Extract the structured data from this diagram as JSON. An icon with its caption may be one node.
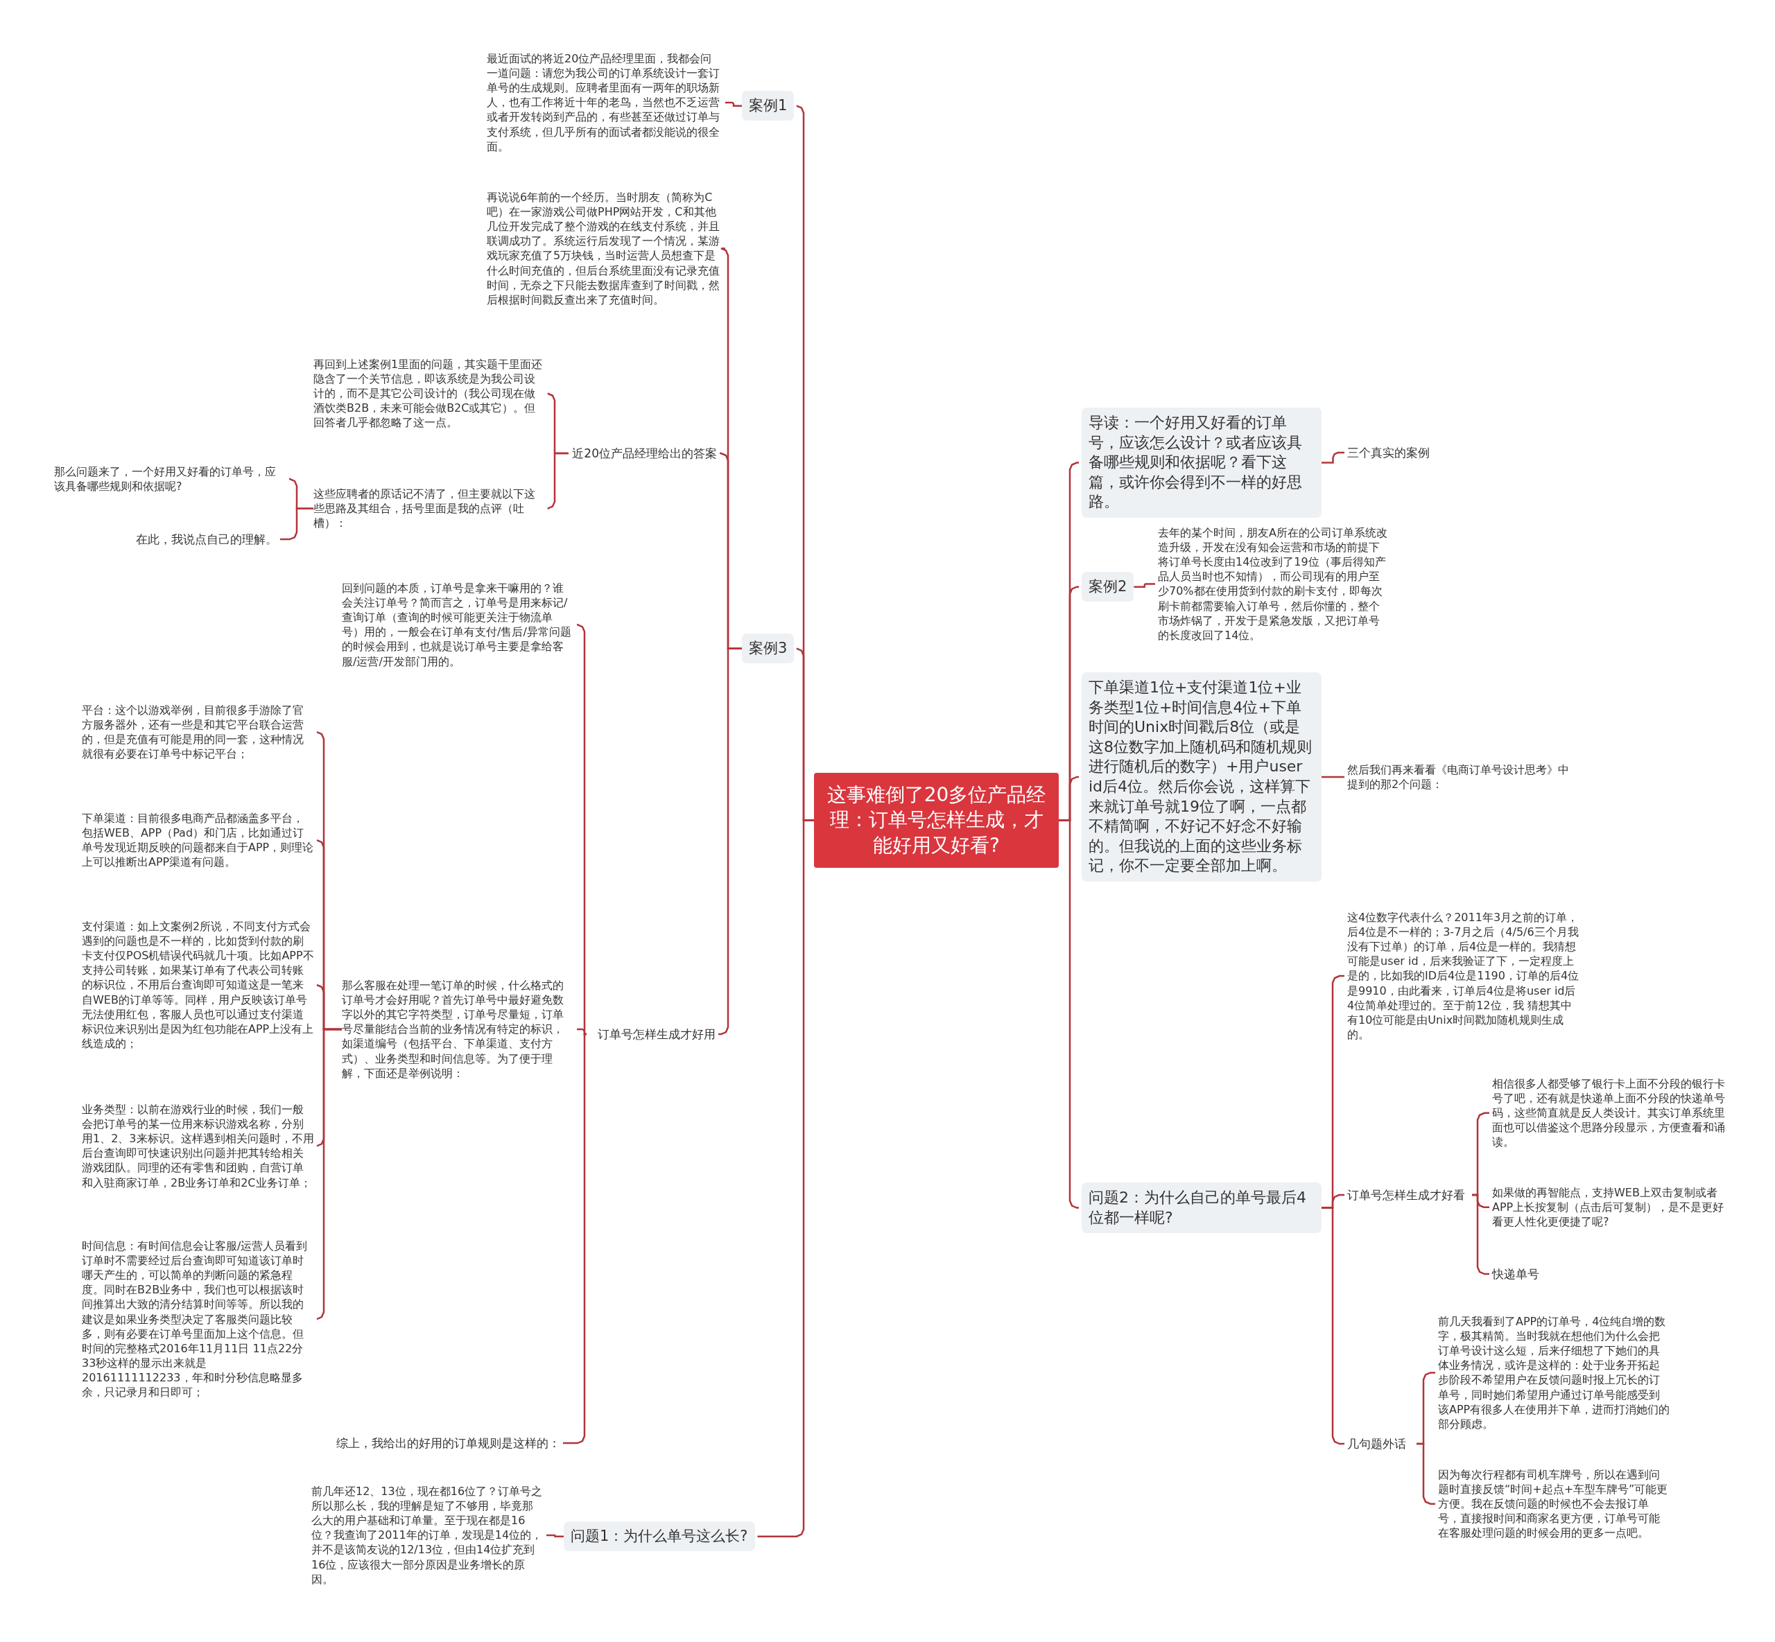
{
  "diagram": {
    "nodes": [
      {
        "text": [
          "这事难倒了20多位产品经理：订单号怎样生成，才能好用又好看?"
        ]
      },
      {
        "text": [
          "案例1"
        ]
      },
      {
        "text": [
          "最近面试的将近20位产品经理里面，我都会问一道问题：请您为我公司的订单系统设计一套订单号的生成规则。应聘者里面有一两年的职场新人，也有工作将近十年的老鸟，当然也不乏运营或者开发转岗到产品的，有些甚至还做过订单与支付系统，但几乎所有的面试者都没能说的很全面。"
        ]
      },
      {
        "text": [
          "案例3"
        ]
      },
      {
        "text": [
          "再说说6年前的一个经历。当时朋友（简称为C吧）在一家游戏公司做PHP网站开发，C和其他几位开发完成了整个游戏的在线支付系统，并且联调成功了。系统运行后发现了一个情况，某游戏玩家充值了5万块钱，当时运营人员想查下是什么时间充值的，但后台系统里面没有记录充值时间，无奈之下只能去数据库查到了时间戳，然后根据时间戳反查出来了充值时间。"
        ]
      },
      {
        "text": [
          "近20位产品经理给出的答案"
        ]
      },
      {
        "text": [
          "再回到上述案例1里面的问题，其实题干里面还隐含了一个关节信息，即该系统是为我公司设计的，而不是其它公司设计的（我公司现在做酒饮类B2B，未来可能会做B2C或其它）。但回答者几乎都忽略了这一点。"
        ]
      },
      {
        "text": [
          "这些应聘者的原话记不清了，但主要就以下这些思路及其组合，括号里面是我的点评（吐槽）："
        ]
      },
      {
        "text": [
          "那么问题来了，一个好用又好看的订单号，应该具备哪些规则和依据呢?"
        ]
      },
      {
        "text": [
          "在此，我说点自己的理解。"
        ]
      },
      {
        "text": [
          "订单号怎样生成才好用"
        ]
      },
      {
        "text": [
          "回到问题的本质，订单号是拿来干嘛用的？谁会关注订单号？简而言之，订单号是用来标记/查询订单（查询的时候可能更关注于物流单号）用的，一般会在订单有支付/售后/异常问题的时候会用到，也就是说订单号主要是拿给客服/运营/开发部门用的。"
        ]
      },
      {
        "text": [
          "那么客服在处理一笔订单的时候，什么格式的订单号才会好用呢？首先订单号中最好避免数字以外的其它字符类型，订单号尽量短，订单号尽量能结合当前的业务情况有特定的标识，如渠道编号（包括平台、下单渠道、支付方式）、业务类型和时间信息等。为了便于理解，下面还是举例说明："
        ]
      },
      {
        "text": [
          "平台：这个以游戏举例，目前很多手游除了官方服务器外，还有一些是和其它平台联合运营的，但是充值有可能是用的同一套，这种情况就很有必要在订单号中标记平台；"
        ]
      },
      {
        "text": [
          "下单渠道：目前很多电商产品都涵盖多平台，包括WEB、APP（Pad）和门店，比如通过订单号发现近期反映的问题都来自于APP，则理论上可以推断出APP渠道有问题。"
        ]
      },
      {
        "text": [
          "支付渠道：如上文案例2所说，不同支付方式会遇到的问题也是不一样的，比如货到付款的刷卡支付仅POS机错误代码就几十项。比如APP不支持公司转账，如果某订单有了代表公司转账的标识位，不用后台查询即可知道这是一笔来自WEB的订单等等。同样，用户反映该订单号无法使用红包，客服人员也可以通过支付渠道标识位来识别出是因为红包功能在APP上没有上线造成的；"
        ]
      },
      {
        "text": [
          "业务类型：以前在游戏行业的时候，我们一般会把订单号的某一位用来标识游戏名称，分别用1、2、3来标识。这样遇到相关问题时，不用后台查询即可快速识别出问题并把其转给相关游戏团队。同理的还有零售和团购，自营订单和入驻商家订单，2B业务订单和2C业务订单；"
        ]
      },
      {
        "text": [
          "时间信息：有时间信息会让客服/运营人员看到订单时不需要经过后台查询即可知道该订单时哪天产生的，可以简单的判断问题的紧急程度。同时在B2B业务中，我们也可以根据该时间推算出大致的清分结算时间等等。所以我的建议是如果业务类型决定了客服类问题比较多，则有必要在订单号里面加上这个信息。但时间的完整格式2016年11月11日 11点22分33秒这样的显示出来就是20161111112233，年和时分秒信息略显多余，只记录月和日即可；"
        ]
      },
      {
        "text": [
          "综上，我给出的好用的订单规则是这样的："
        ]
      },
      {
        "text": [
          "问题1：为什么单号这么长?"
        ]
      },
      {
        "text": [
          "前几年还12、13位，现在都16位了？订单号之所以那么长，我的理解是短了不够用，毕竟那么大的用户基础和订单量。至于现在都是16位？我查询了2011年的订单，发现是14位的，并不是该简友说的12/13位，但由14位扩充到16位，应该很大一部分原因是业务增长的原因。"
        ]
      },
      {
        "text": [
          "导读：一个好用又好看的订单号，应该怎么设计？或者应该具备哪些规则和依据呢？看下这篇，或许你会得到不一样的好思路。"
        ]
      },
      {
        "text": [
          "三个真实的案例"
        ]
      },
      {
        "text": [
          "案例2"
        ]
      },
      {
        "text": [
          "去年的某个时间，朋友A所在的公司订单系统改造升级，开发在没有知会运营和市场的前提下将订单号长度由14位改到了19位（事后得知产品人员当时也不知情），而公司现有的用户至少70%都在使用货到付款的刷卡支付，即每次刷卡前都需要输入订单号，然后你懂的，整个市场炸锅了，开发于是紧急发版，又把订单号的长度改回了14位。"
        ]
      },
      {
        "text": [
          "下单渠道1位+支付渠道1位+业务类型1位+时间信息4位+下单时间的Unix时间戳后8位（或是这8位数字加上随机码和随机规则进行随机后的数字）+用户user id后4位。然后你会说，这样算下来就订单号就19位了啊，一点都不精简啊，不好记不好念不好输的。但我说的上面的这些业务标记，你不一定要全部加上啊。"
        ]
      },
      {
        "text": [
          "然后我们再来看看《电商订单号设计思考》中提到的那2个问题："
        ]
      },
      {
        "text": [
          "问题2：为什么自己的单号最后4位都一样呢?"
        ]
      },
      {
        "text": [
          "这4位数字代表什么？2011年3月之前的订单，后4位是不一样的；3-7月之后（4/5/6三个月我没有下过单）的订单，后4位是一样的。我猜想可能是user id，后来我验证了下，一定程度上是的，比如我的ID后4位是1190，订单的后4位是9910，由此看来，订单后4位是将user id后4位简单处理过的。至于前12位，我 猜想其中有10位可能是由Unix时间戳加随机规则生成的。"
        ]
      },
      {
        "text": [
          "订单号怎样生成才好看"
        ]
      },
      {
        "text": [
          "相信很多人都受够了银行卡上面不分段的银行卡号了吧，还有就是快递单上面不分段的快递单号码，这些简直就是反人类设计。其实订单系统里面也可以借鉴这个思路分段显示，方便查看和诵读。"
        ]
      },
      {
        "text": [
          "如果做的再智能点，支持WEB上双击复制或者APP上长按复制（点击后可复制），是不是更好看更人性化更便捷了呢?"
        ]
      },
      {
        "text": [
          "快递单号"
        ]
      },
      {
        "text": [
          "几句题外话"
        ]
      },
      {
        "text": [
          "前几天我看到了APP的订单号，4位纯自增的数字，极其精简。当时我就在想他们为什么会把订单号设计这么短，后来仔细想了下她们的具体业务情况，或许是这样的：处于业务开拓起步阶段不希望用户在反馈问题时报上冗长的订单号，同时她们希望用户通过订单号能感受到该APP有很多人在使用并下单，进而打消她们的部分顾虑。"
        ]
      },
      {
        "text": [
          "因为每次行程都有司机车牌号，所以在遇到问题时直接反馈“时间+起点+车型车牌号”可能更方便。我在反馈问题的时候也不会去报订单号，直接报时间和商家名更方便，订单号可能在客服处理问题的时候会用的更多一点吧。"
        ]
      }
    ],
    "edges": [
      {
        "from": 0,
        "to": 1,
        "arrow": "none"
      },
      {
        "from": 1,
        "to": 2,
        "arrow": "none"
      },
      {
        "from": 0,
        "to": 3,
        "arrow": "none"
      },
      {
        "from": 3,
        "to": 4,
        "arrow": "none"
      },
      {
        "from": 3,
        "to": 5,
        "arrow": "none"
      },
      {
        "from": 5,
        "to": 6,
        "arrow": "none"
      },
      {
        "from": 5,
        "to": 7,
        "arrow": "none"
      },
      {
        "from": 7,
        "to": 8,
        "arrow": "none"
      },
      {
        "from": 7,
        "to": 9,
        "arrow": "none"
      },
      {
        "from": 3,
        "to": 10,
        "arrow": "none"
      },
      {
        "from": 10,
        "to": 11,
        "arrow": "none"
      },
      {
        "from": 10,
        "to": 12,
        "arrow": "none"
      },
      {
        "from": 12,
        "to": 13,
        "arrow": "none"
      },
      {
        "from": 12,
        "to": 14,
        "arrow": "none"
      },
      {
        "from": 12,
        "to": 15,
        "arrow": "none"
      },
      {
        "from": 12,
        "to": 16,
        "arrow": "none"
      },
      {
        "from": 12,
        "to": 17,
        "arrow": "none"
      },
      {
        "from": 10,
        "to": 18,
        "arrow": "none"
      },
      {
        "from": 0,
        "to": 19,
        "arrow": "none"
      },
      {
        "from": 19,
        "to": 20,
        "arrow": "none"
      },
      {
        "from": 0,
        "to": 21,
        "arrow": "none"
      },
      {
        "from": 21,
        "to": 22,
        "arrow": "none"
      },
      {
        "from": 0,
        "to": 23,
        "arrow": "none"
      },
      {
        "from": 23,
        "to": 24,
        "arrow": "none"
      },
      {
        "from": 0,
        "to": 25,
        "arrow": "none"
      },
      {
        "from": 25,
        "to": 26,
        "arrow": "none"
      },
      {
        "from": 0,
        "to": 27,
        "arrow": "none"
      },
      {
        "from": 27,
        "to": 28,
        "arrow": "none"
      },
      {
        "from": 27,
        "to": 29,
        "arrow": "none"
      },
      {
        "from": 29,
        "to": 30,
        "arrow": "none"
      },
      {
        "from": 29,
        "to": 31,
        "arrow": "none"
      },
      {
        "from": 29,
        "to": 32,
        "arrow": "none"
      },
      {
        "from": 27,
        "to": 33,
        "arrow": "none"
      },
      {
        "from": 33,
        "to": 34,
        "arrow": "none"
      },
      {
        "from": 33,
        "to": 35,
        "arrow": "none"
      }
    ]
  }
}
